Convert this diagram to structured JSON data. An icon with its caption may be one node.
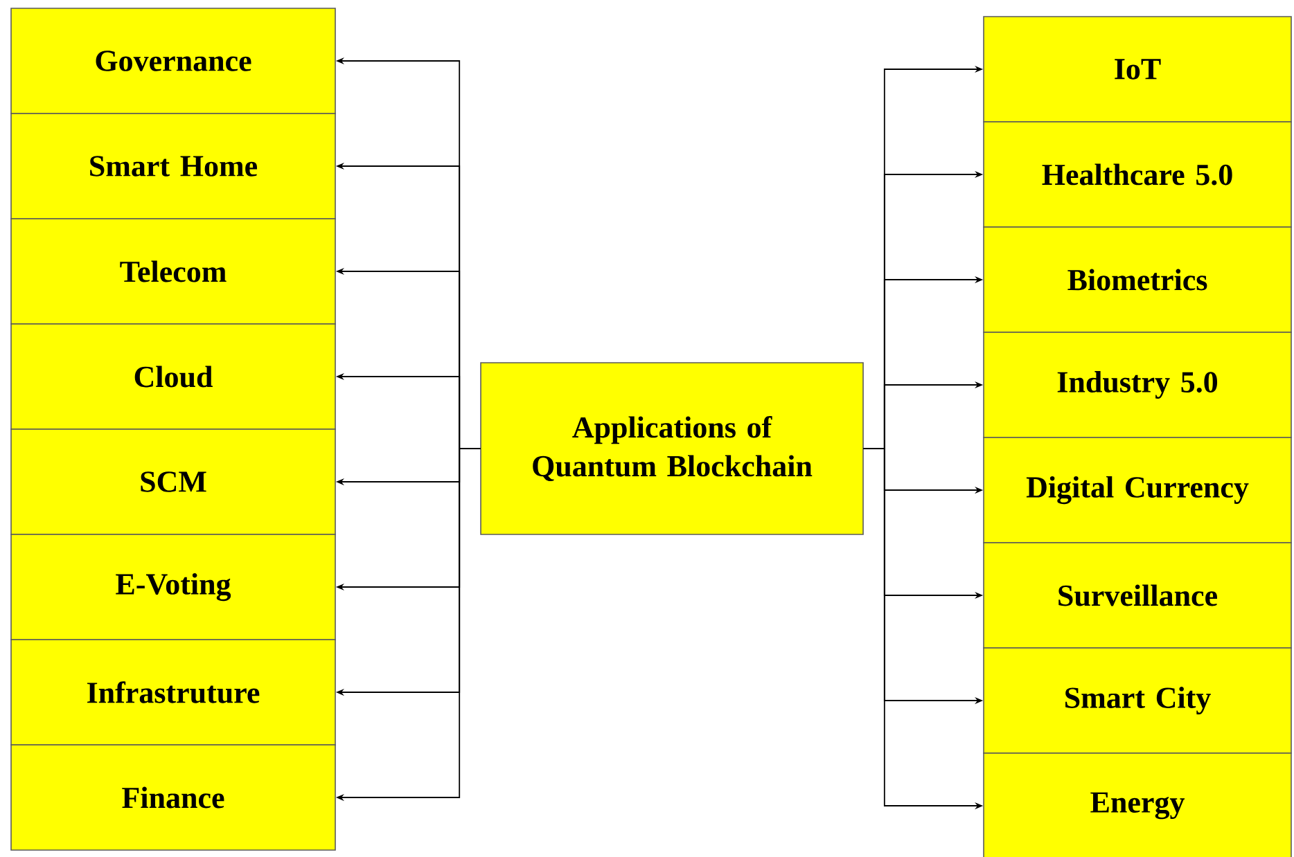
{
  "diagram": {
    "nodes": [
      {
        "text": [
          "Governance"
        ]
      },
      {
        "text": [
          "Smart Home"
        ]
      },
      {
        "text": [
          "Telecom"
        ]
      },
      {
        "text": [
          "Cloud"
        ]
      },
      {
        "text": [
          "SCM"
        ]
      },
      {
        "text": [
          "E-Voting"
        ]
      },
      {
        "text": [
          "Infrastruture"
        ]
      },
      {
        "text": [
          "Finance"
        ]
      },
      {
        "text": [
          "Applications of Quantum Blockchain"
        ]
      },
      {
        "text": [
          "IoT"
        ]
      },
      {
        "text": [
          "Healthcare 5.0"
        ]
      },
      {
        "text": [
          "Biometrics"
        ]
      },
      {
        "text": [
          "Industry 5.0"
        ]
      },
      {
        "text": [
          "Digital Currency"
        ]
      },
      {
        "text": [
          "Surveillance"
        ]
      },
      {
        "text": [
          "Smart City"
        ]
      },
      {
        "text": [
          "Energy"
        ]
      }
    ],
    "edges": [
      {
        "from": 8,
        "to": 0,
        "arrow": "to"
      },
      {
        "from": 8,
        "to": 1,
        "arrow": "to"
      },
      {
        "from": 8,
        "to": 2,
        "arrow": "to"
      },
      {
        "from": 8,
        "to": 3,
        "arrow": "to"
      },
      {
        "from": 8,
        "to": 4,
        "arrow": "to"
      },
      {
        "from": 8,
        "to": 5,
        "arrow": "to"
      },
      {
        "from": 8,
        "to": 6,
        "arrow": "to"
      },
      {
        "from": 8,
        "to": 7,
        "arrow": "to"
      },
      {
        "from": 8,
        "to": 9,
        "arrow": "to"
      },
      {
        "from": 8,
        "to": 10,
        "arrow": "to"
      },
      {
        "from": 8,
        "to": 11,
        "arrow": "to"
      },
      {
        "from": 8,
        "to": 12,
        "arrow": "to"
      },
      {
        "from": 8,
        "to": 13,
        "arrow": "to"
      },
      {
        "from": 8,
        "to": 14,
        "arrow": "to"
      },
      {
        "from": 8,
        "to": 15,
        "arrow": "to"
      },
      {
        "from": 8,
        "to": 16,
        "arrow": "to"
      }
    ]
  }
}
